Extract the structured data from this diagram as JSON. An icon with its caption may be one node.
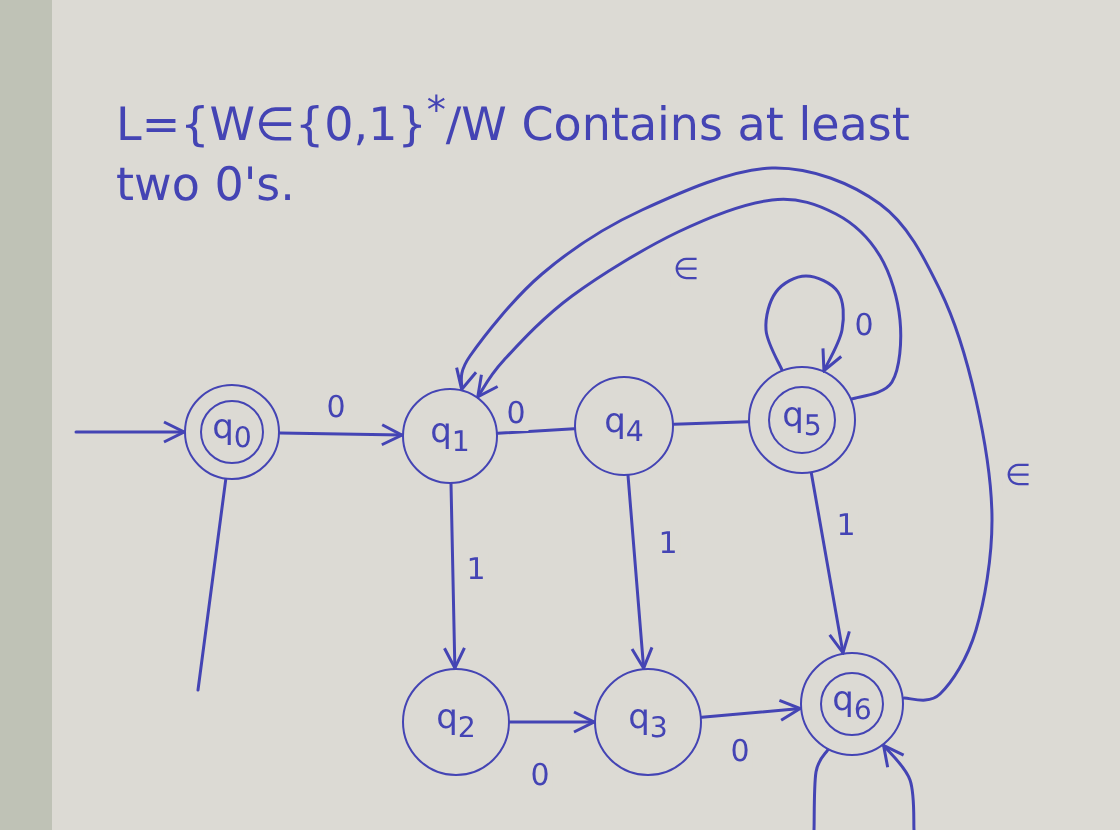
{
  "diagram": {
    "title": "L={W∈{0,1}$^{*}$/W Contains at least two 0's.",
    "nodes": [
      {
        "text": [
          "q$_{0}$"
        ]
      },
      {
        "text": [
          "q$_{1}$"
        ]
      },
      {
        "text": [
          "q$_{4}$"
        ]
      },
      {
        "text": [
          "q$_{5}$"
        ]
      },
      {
        "text": [
          "q$_{2}$"
        ]
      },
      {
        "text": [
          "q$_{3}$"
        ]
      },
      {
        "text": [
          "q$_{6}$"
        ]
      }
    ],
    "edges": [
      {
        "from": null,
        "to": 0,
        "arrow": "to"
      },
      {
        "from": 0,
        "to": 1,
        "label": "0",
        "arrow": "to"
      },
      {
        "from": 0,
        "to": null,
        "arrow": "none"
      },
      {
        "from": 1,
        "to": 2,
        "label": "0",
        "arrow": "none"
      },
      {
        "from": 2,
        "to": 3,
        "arrow": "none"
      },
      {
        "from": 1,
        "to": 4,
        "label": "1",
        "arrow": "to"
      },
      {
        "from": 2,
        "to": 5,
        "label": "1",
        "arrow": "to"
      },
      {
        "from": 3,
        "to": 6,
        "label": "1",
        "arrow": "to"
      },
      {
        "from": 4,
        "to": 5,
        "label": "0",
        "arrow": "to"
      },
      {
        "from": 5,
        "to": 6,
        "label": "0",
        "arrow": "to"
      },
      {
        "from": 3,
        "to": 3,
        "label": "0",
        "arrow": "to"
      },
      {
        "from": 3,
        "to": 1,
        "label": "∈",
        "arrow": "to"
      },
      {
        "from": 6,
        "to": 1,
        "label": "∈",
        "arrow": "to"
      },
      {
        "from": 6,
        "to": null,
        "arrow": "none"
      },
      {
        "from": null,
        "to": 6,
        "arrow": "to"
      }
    ]
  }
}
